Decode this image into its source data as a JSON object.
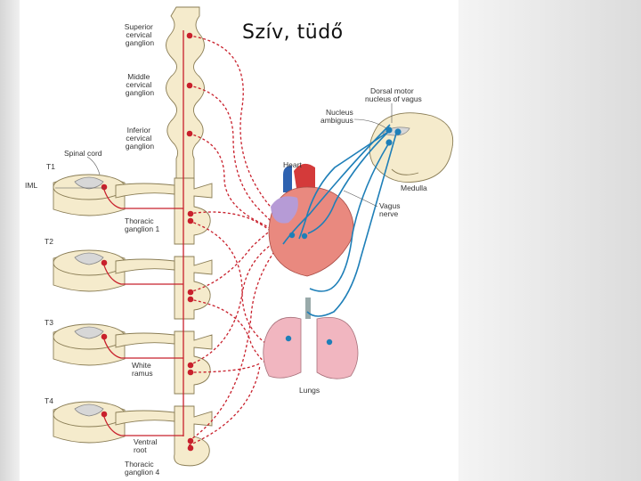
{
  "slide": {
    "title": "Szív, tüdő"
  },
  "labels": {
    "superior_ganglion": [
      "Superior",
      "cervical",
      "ganglion"
    ],
    "middle_ganglion": [
      "Middle",
      "cervical",
      "ganglion"
    ],
    "inferior_ganglion": [
      "Inferior",
      "cervical",
      "ganglion"
    ],
    "spinal_cord": "Spinal cord",
    "t1": "T1",
    "iml": "IML",
    "thoracic_ganglion_1": [
      "Thoracic",
      "ganglion 1"
    ],
    "t2": "T2",
    "t3": "T3",
    "white_ramus": [
      "White",
      "ramus"
    ],
    "t4": "T4",
    "ventral_root": [
      "Ventral",
      "root"
    ],
    "thoracic_ganglion_4": [
      "Thoracic",
      "ganglion 4"
    ],
    "heart": "Heart",
    "lungs": "Lungs",
    "dorsal_motor": [
      "Dorsal motor",
      "nucleus of vagus"
    ],
    "nucleus_ambiguus": [
      "Nucleus",
      "ambiguus"
    ],
    "medulla": "Medulla",
    "vagus_nerve": [
      "Vagus",
      "nerve"
    ]
  },
  "colors": {
    "sympathetic": "#c8202c",
    "parasympathetic": "#1e7fb8",
    "tissue": "#f5ebcc",
    "heart": "#e9897f",
    "lungs": "#f1b6c0"
  }
}
